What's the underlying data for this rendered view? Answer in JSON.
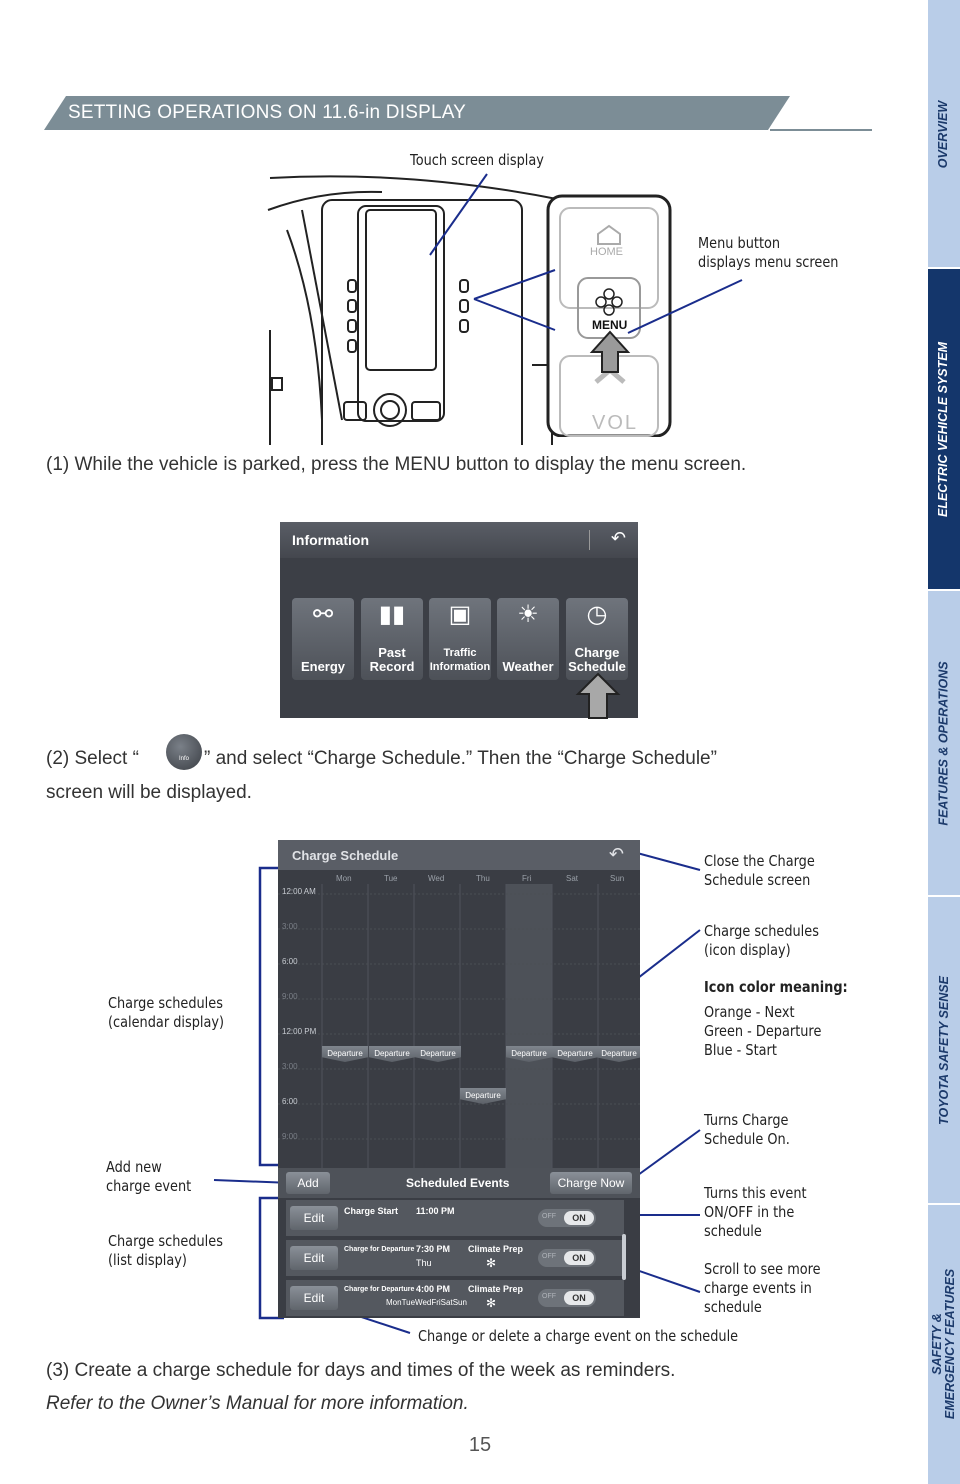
{
  "header": {
    "title": "SETTING OPERATIONS ON 11.6-in DISPLAY"
  },
  "tabs": [
    "OVERVIEW",
    "ELECTRIC VEHICLE SYSTEM",
    "FEATURES & OPERATIONS",
    "TOYOTA SAFETY SENSE",
    "SAFETY &",
    "EMERGENCY FEATURES"
  ],
  "figure1": {
    "touch_label": "Touch screen display",
    "menu_label_1": "Menu button",
    "menu_label_2": "displays menu screen",
    "home_btn": "HOME",
    "menu_btn": "MENU",
    "vol": "VOL"
  },
  "step1": "(1) While the vehicle is parked, press the MENU button to display the menu screen.",
  "info_screen": {
    "title": "Information",
    "tiles": [
      {
        "line1": "Energy",
        "line2": ""
      },
      {
        "line1": "Past",
        "line2": "Record"
      },
      {
        "line1": "Traffic",
        "line2": "Information"
      },
      {
        "line1": "Weather",
        "line2": ""
      },
      {
        "line1": "Charge",
        "line2": "Schedule"
      }
    ]
  },
  "step2": {
    "part1": "(2) Select “",
    "part2": "” and select “Charge Schedule.” Then the “Charge Schedule”",
    "line2": "screen will be displayed.",
    "icon_text": "Info"
  },
  "charge_screen": {
    "title": "Charge Schedule",
    "days": [
      "Mon",
      "Tue",
      "Wed",
      "Thu",
      "Fri",
      "Sat",
      "Sun"
    ],
    "times": [
      "12:00 AM",
      "3:00",
      "6:00",
      "9:00",
      "12:00 PM",
      "3:00",
      "6:00",
      "9:00"
    ],
    "departure": "Departure",
    "add": "Add",
    "scheduled_events": "Scheduled Events",
    "charge_now": "Charge Now",
    "edit": "Edit",
    "off": "OFF",
    "on": "ON",
    "events": [
      {
        "type": "Charge Start",
        "time": "11:00 PM",
        "extra": "",
        "days": ""
      },
      {
        "type": "Charge for Departure",
        "time": "7:30 PM",
        "extra": "Climate Prep",
        "days": "Thu"
      },
      {
        "type": "Charge for Departure",
        "time": "4:00 PM",
        "extra": "Climate Prep",
        "days": "MonTueWedFriSatSun"
      }
    ]
  },
  "callouts": {
    "close_1": "Close the Charge",
    "close_2": "Schedule screen",
    "icon_disp_1": "Charge schedules",
    "icon_disp_2": "(icon display)",
    "icon_color_title": "Icon color meaning:",
    "orange": "Orange - Next",
    "green": "Green - Departure",
    "blue": "Blue - Start",
    "turns_on_1": "Turns Charge",
    "turns_on_2": "Schedule On.",
    "toggle_1": "Turns this event",
    "toggle_2": "ON/OFF in the",
    "toggle_3": "schedule",
    "scroll_1": "Scroll to see more",
    "scroll_2": "charge events in",
    "scroll_3": "schedule",
    "calendar_1": "Charge schedules",
    "calendar_2": "(calendar display)",
    "add_1": "Add new",
    "add_2": "charge event",
    "list_1": "Charge schedules",
    "list_2": "(list display)",
    "change": "Change or delete a charge event on the schedule"
  },
  "step3": "(3) Create a charge schedule for days and times of the week as reminders.",
  "refer": "Refer to the Owner’s Manual for more information.",
  "page_number": "15"
}
